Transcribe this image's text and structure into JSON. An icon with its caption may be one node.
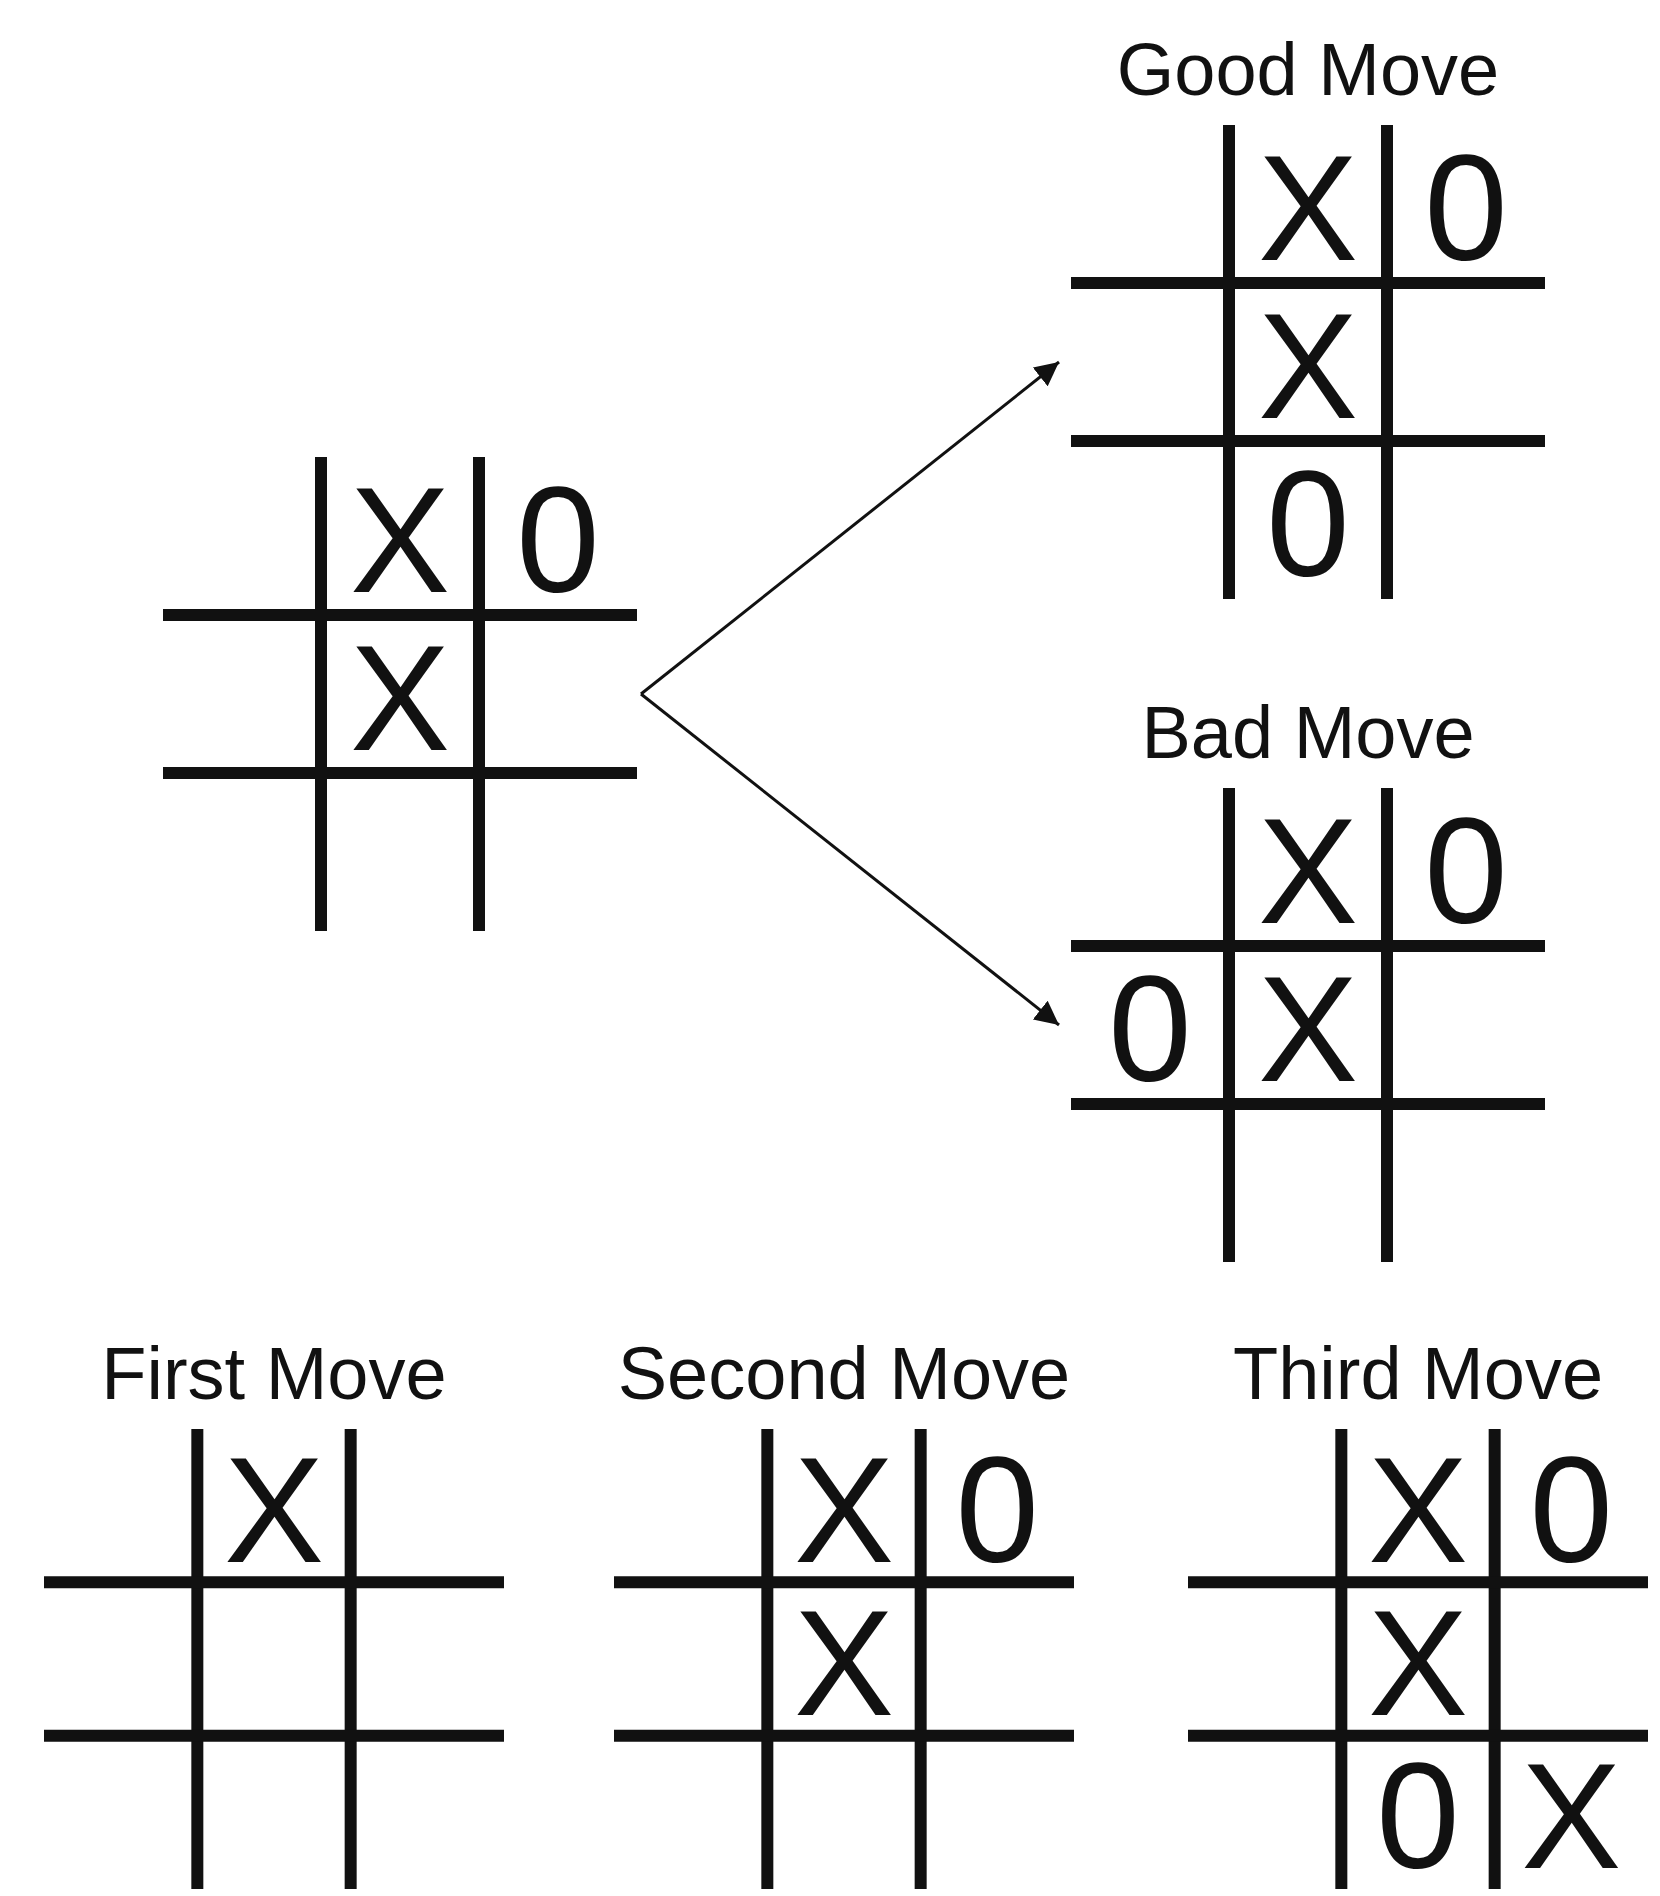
{
  "diagram": {
    "nodes": [
      {
        "text": [
          "Good Move",
          "X",
          "0",
          "X",
          "0"
        ]
      },
      {
        "text": [
          "X",
          "0",
          "X"
        ]
      },
      {
        "text": [
          "Bad Move",
          "X",
          "0",
          "0",
          "X"
        ]
      },
      {
        "text": [
          "First Move",
          "X"
        ]
      },
      {
        "text": [
          "Second Move",
          "X",
          "0",
          "X"
        ]
      },
      {
        "text": [
          "Third Move",
          "X",
          "0",
          "X",
          "0",
          "X"
        ]
      }
    ],
    "edges": [
      {
        "from": 1,
        "to": 0,
        "arrow": "to"
      },
      {
        "from": 1,
        "to": 2,
        "arrow": "to"
      }
    ]
  }
}
